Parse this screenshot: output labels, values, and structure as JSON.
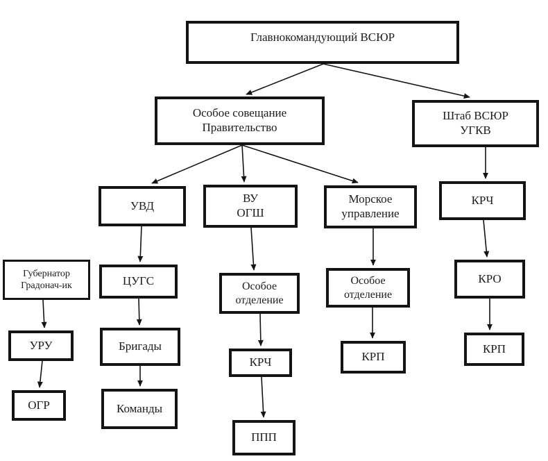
{
  "diagram": {
    "type": "org-chart",
    "language": "ru",
    "background_color": "#ffffff",
    "box_border_color": "#141414",
    "arrow_color": "#141414",
    "nodes": {
      "glavkom": {
        "label": "Главнокомандующий ВСЮР"
      },
      "osoboe": {
        "label": "Особое совещание\nПравительство"
      },
      "shtab": {
        "label": "Штаб ВСЮР\nУГКВ"
      },
      "uvd": {
        "label": "УВД"
      },
      "vu_ogsh": {
        "label": "ВУ\nОГШ"
      },
      "morskoe": {
        "label": "Морское\nуправление"
      },
      "krch_shtab": {
        "label": "КРЧ"
      },
      "gubernator": {
        "label": "Губернатор\nГрадонач-ик"
      },
      "cugs": {
        "label": "ЦУГС"
      },
      "osoboe_otd_ogsh": {
        "label": "Особое\nотделение"
      },
      "osoboe_otd_morskoe": {
        "label": "Особое\nотделение"
      },
      "kro": {
        "label": "КРО"
      },
      "uru": {
        "label": "УРУ"
      },
      "brigady": {
        "label": "Бригады"
      },
      "krch_ogsh": {
        "label": "КРЧ"
      },
      "krp_morskoe": {
        "label": "КРП"
      },
      "krp_kro": {
        "label": "КРП"
      },
      "ogr": {
        "label": "ОГР"
      },
      "komandy": {
        "label": "Команды"
      },
      "ppp": {
        "label": "ППП"
      }
    },
    "edges": [
      {
        "from": "glavkom",
        "to": "osoboe"
      },
      {
        "from": "glavkom",
        "to": "shtab"
      },
      {
        "from": "osoboe",
        "to": "uvd"
      },
      {
        "from": "osoboe",
        "to": "vu_ogsh"
      },
      {
        "from": "osoboe",
        "to": "morskoe"
      },
      {
        "from": "shtab",
        "to": "krch_shtab"
      },
      {
        "from": "uvd",
        "to": "cugs"
      },
      {
        "from": "vu_ogsh",
        "to": "osoboe_otd_ogsh"
      },
      {
        "from": "morskoe",
        "to": "osoboe_otd_morskoe"
      },
      {
        "from": "krch_shtab",
        "to": "kro"
      },
      {
        "from": "gubernator",
        "to": "uru"
      },
      {
        "from": "cugs",
        "to": "brigady"
      },
      {
        "from": "osoboe_otd_ogsh",
        "to": "krch_ogsh"
      },
      {
        "from": "osoboe_otd_morskoe",
        "to": "krp_morskoe"
      },
      {
        "from": "kro",
        "to": "krp_kro"
      },
      {
        "from": "uru",
        "to": "ogr"
      },
      {
        "from": "brigady",
        "to": "komandy"
      },
      {
        "from": "krch_ogsh",
        "to": "ppp"
      }
    ]
  }
}
